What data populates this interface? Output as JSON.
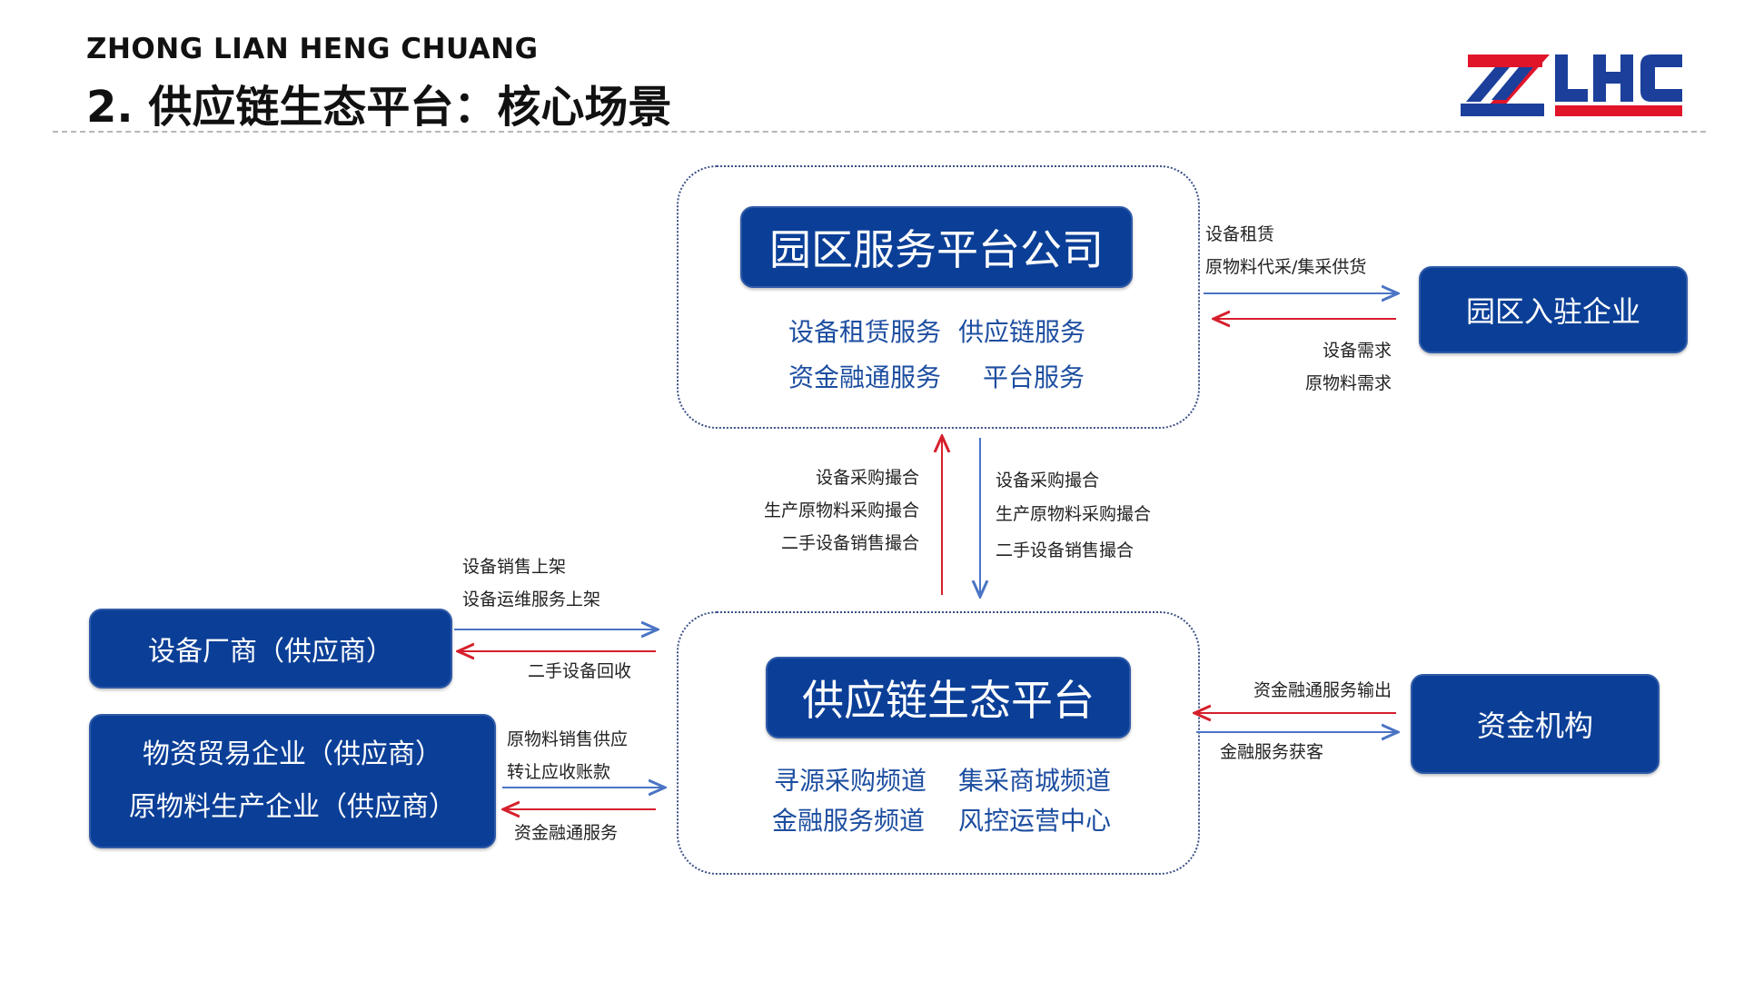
{
  "header": {
    "brand": "ZHONG LIAN HENG CHUANG",
    "title": "2. 供应链生态平台：核心场景",
    "logo_text": "ZLHC"
  },
  "colors": {
    "navy": "#0b3f97",
    "logo_red": "#e0152a",
    "logo_blue": "#1b3f9a",
    "arrow_blue": "#4a74c4",
    "arrow_red": "#d61f2c"
  },
  "park_platform": {
    "title": "园区服务平台公司",
    "services": [
      "设备租赁服务",
      "供应链服务",
      "资金融通服务",
      "平台服务"
    ]
  },
  "supply_platform": {
    "title": "供应链生态平台",
    "services": [
      "寻源采购频道",
      "集采商城频道",
      "金融服务频道",
      "风控运营中心"
    ]
  },
  "nodes": {
    "park_enterprise": "园区入驻企业",
    "finance_institution": "资金机构",
    "equipment_vendor": "设备厂商（供应商）",
    "material_trade_line1": "物资贸易企业（供应商）",
    "material_trade_line2": "原物料生产企业（供应商）"
  },
  "flows": {
    "park_to_enterprise": [
      "设备租赁",
      "原物料代采/集采供货"
    ],
    "enterprise_to_park": [
      "设备需求",
      "原物料需求"
    ],
    "up_labels": [
      "设备采购撮合",
      "生产原物料采购撮合",
      "二手设备销售撮合"
    ],
    "down_labels": [
      "设备采购撮合",
      "生产原物料采购撮合",
      "二手设备销售撮合"
    ],
    "vendor_to_platform": [
      "设备销售上架",
      "设备运维服务上架"
    ],
    "platform_to_vendor": [
      "二手设备回收"
    ],
    "material_to_platform": [
      "原物料销售供应",
      "转让应收账款"
    ],
    "platform_to_material": [
      "资金融通服务"
    ],
    "finance_to_platform": [
      "资金融通服务输出"
    ],
    "platform_to_finance": [
      "金融服务获客"
    ]
  }
}
